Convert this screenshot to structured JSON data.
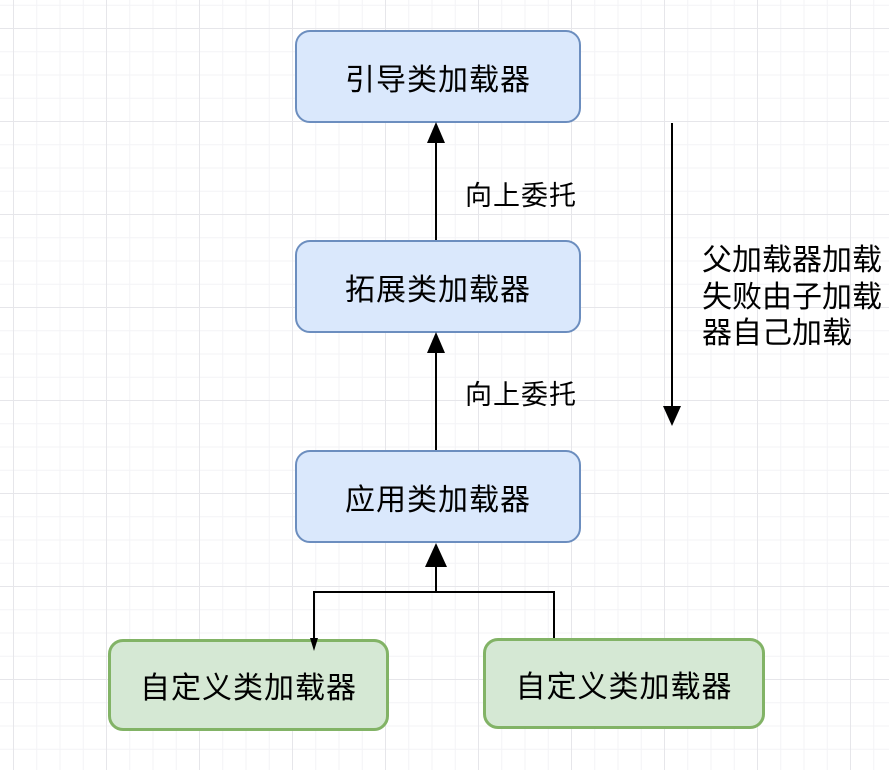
{
  "diagram": {
    "nodes": {
      "bootstrap": "引导类加载器",
      "extension": "拓展类加载器",
      "application": "应用类加载器",
      "custom_left": "自定义类加载器",
      "custom_right": "自定义类加载器"
    },
    "edge_labels": {
      "delegate_up_top": "向上委托",
      "delegate_up_bottom": "向上委托"
    },
    "side_note": {
      "line1": "父加载器加载",
      "line2": "失败由子加载",
      "line3": "器自己加载"
    },
    "colors": {
      "blue_node_fill": "#dae8fc",
      "blue_node_border": "#6c8ebf",
      "green_node_fill": "#d5e8d4",
      "green_node_border": "#82b366",
      "arrow": "#000000",
      "grid_minor": "#f3f3f6",
      "grid_major": "#e6e6ea"
    }
  }
}
